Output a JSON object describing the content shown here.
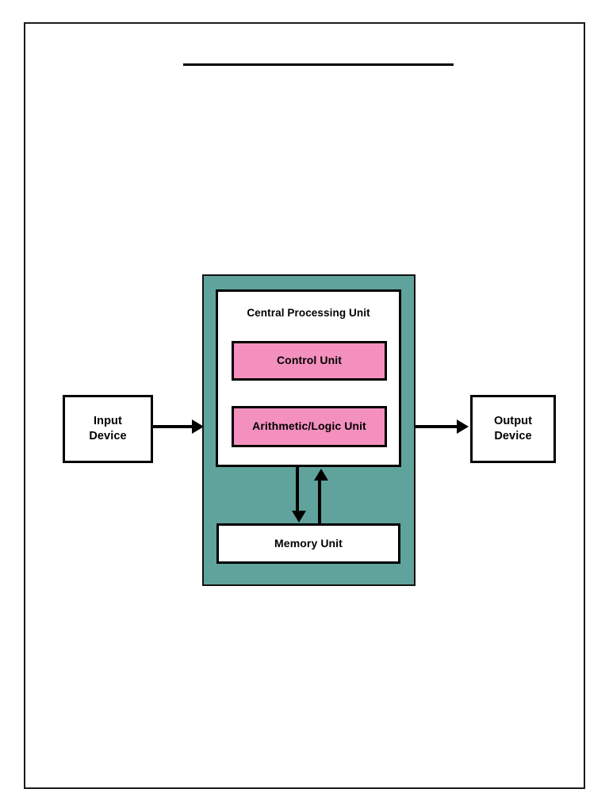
{
  "page": {
    "background_color": "#ffffff",
    "border_color": "#1a1a1a",
    "title_rule_color": "#000000"
  },
  "colors": {
    "cpu_container": "#5fa39c",
    "unit_fill": "#f490be",
    "box_fill": "#ffffff",
    "stroke": "#000000"
  },
  "diagram": {
    "input_device": {
      "line1": "Input",
      "line2": "Device"
    },
    "output_device": {
      "line1": "Output",
      "line2": "Device"
    },
    "cpu": {
      "title": "Central Processing Unit",
      "units": [
        {
          "label": "Control Unit"
        },
        {
          "label": "Arithmetic/Logic Unit"
        }
      ]
    },
    "memory": {
      "label": "Memory Unit"
    },
    "arrows": [
      {
        "name": "input-to-cpu",
        "direction": "right"
      },
      {
        "name": "cpu-to-output",
        "direction": "right"
      },
      {
        "name": "cpu-to-memory",
        "direction": "down"
      },
      {
        "name": "memory-to-cpu",
        "direction": "up"
      }
    ]
  }
}
